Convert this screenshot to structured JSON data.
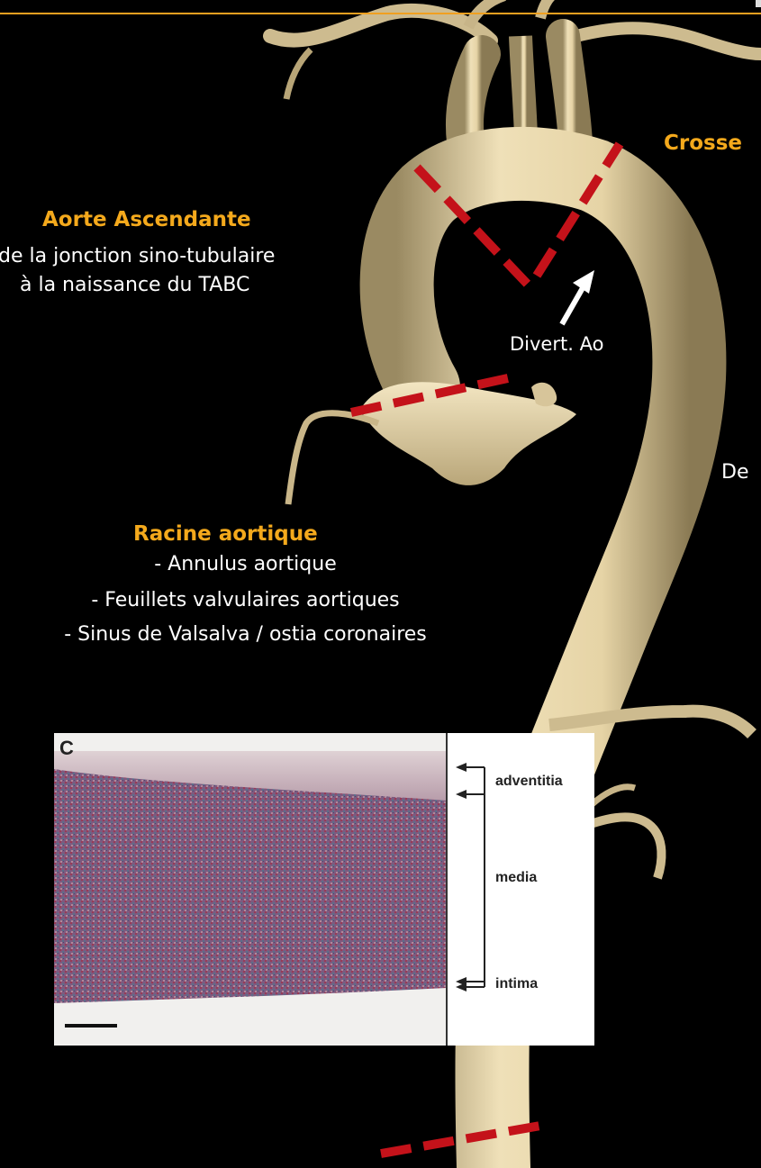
{
  "labels": {
    "crosse": "Crosse",
    "aorte_asc_title": "Aorte Ascendante",
    "aorte_asc_line1": "de la jonction sino-tubulaire",
    "aorte_asc_line2": "à la naissance du TABC",
    "divert": "Divert. Ao",
    "de_partial": "De",
    "racine_title": "Racine aortique",
    "racine_items": [
      "- Annulus aortique",
      "- Feuillets valvulaires aortiques",
      "- Sinus de Valsalva / ostia coronaires"
    ]
  },
  "histology": {
    "panel_letter": "C",
    "layers": [
      "adventitia",
      "media",
      "intima"
    ]
  },
  "colors": {
    "heading": "#f4a91c",
    "dashed_line": "#c4121a",
    "vessel": "#e2d1a6",
    "top_rule": "#f0a020"
  }
}
